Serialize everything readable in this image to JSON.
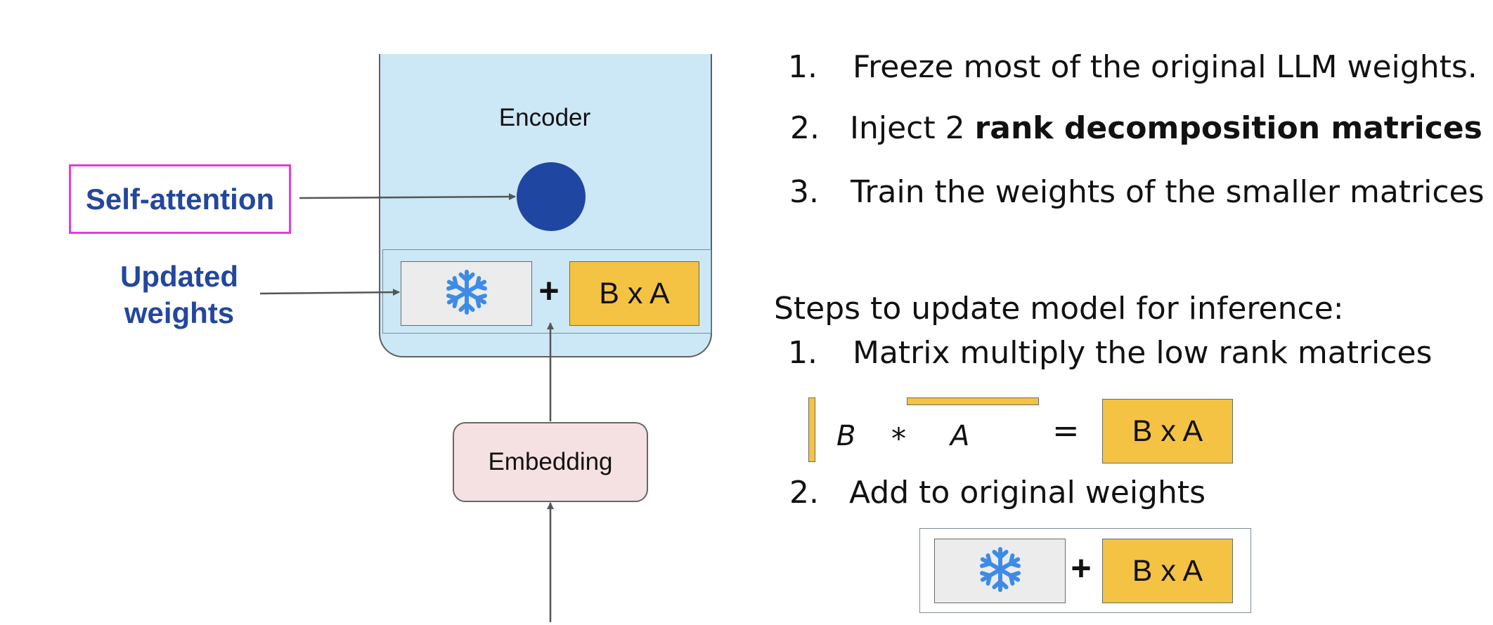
{
  "diagram": {
    "encoder_label": "Encoder",
    "self_attention_label": "Self-attention",
    "updated_weights_label": "Updated weights",
    "embedding_label": "Embedding",
    "product_label": "B x A",
    "plus_symbol": "+",
    "frozen_icon": "snowflake-icon"
  },
  "training_steps": [
    {
      "number": "1.",
      "text": "Freeze most of the original LLM weights."
    },
    {
      "number": "2.",
      "text_plain": "Inject 2 ",
      "text_bold": "rank decomposition matrices"
    },
    {
      "number": "3.",
      "text": "Train the weights of the smaller matrices"
    }
  ],
  "inference": {
    "heading": "Steps to update model for inference:",
    "steps": [
      {
        "number": "1.",
        "text": "Matrix multiply the low rank matrices"
      },
      {
        "number": "2.",
        "text": "Add to original weights"
      }
    ],
    "equation": {
      "b_symbol": "B",
      "multiply_symbol": "*",
      "a_symbol": "A",
      "equals_symbol": "=",
      "result_label": "B x A"
    }
  },
  "colors": {
    "encoder_fill": "#cce7f6",
    "embedding_fill": "#f6e1e2",
    "matrix_fill": "#f4c343",
    "frozen_fill": "#ececec",
    "attention_dot": "#1f46a0",
    "label_blue": "#23479d",
    "highlight_magenta": "#e33ce0",
    "snowflake_blue": "#3d8be6"
  }
}
